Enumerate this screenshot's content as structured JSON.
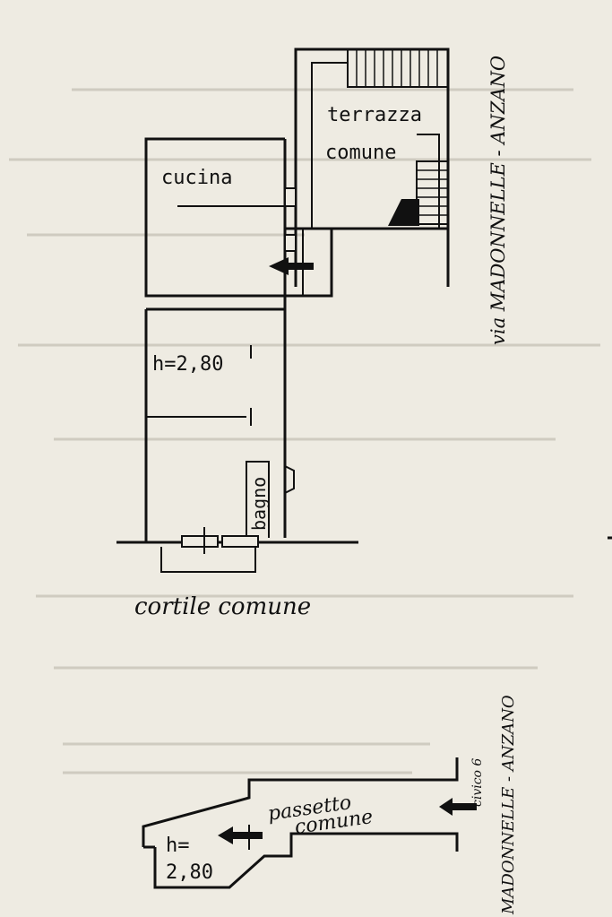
{
  "plan_main": {
    "rooms": {
      "terrazza": "terrazza",
      "comune": "comune",
      "cucina": "cucina",
      "height": "h=2,80",
      "bagno": "bagno"
    },
    "street": "via MADONNELLE - ANZANO",
    "courtyard": "cortile comune"
  },
  "plan_small": {
    "height_a": "h=",
    "height_b": "2,80",
    "passage_a": "passetto",
    "passage_b": "comune",
    "civic": "civico 6",
    "street": "MADONNELLE - ANZANO"
  }
}
